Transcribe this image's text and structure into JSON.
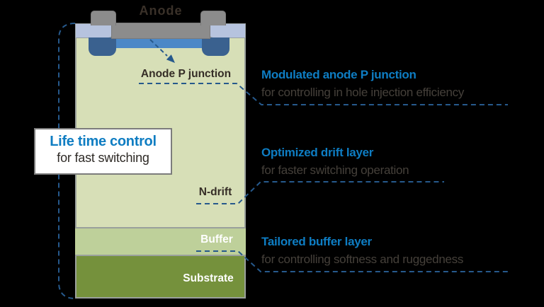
{
  "device": {
    "anode_label": "Anode",
    "anode_p_junction_label": "Anode P junction",
    "n_drift_label": "N-drift",
    "buffer_label": "Buffer",
    "substrate_label": "Substrate"
  },
  "lifetime_box": {
    "title": "Life time control",
    "subtitle": "for fast switching"
  },
  "annotations": [
    {
      "title": "Modulated anode P junction",
      "subtitle": "for controlling in hole injection efficiency"
    },
    {
      "title": "Optimized drift layer",
      "subtitle": "for faster switching operation"
    },
    {
      "title": "Tailored buffer layer",
      "subtitle": "for controlling softness and ruggedness"
    }
  ],
  "palette": {
    "background": "#000000",
    "die_body_green": "#d7dfb7",
    "buffer_green": "#bed09a",
    "substrate_olive": "#75913c",
    "top_oxide_lavender": "#b6c3de",
    "p_junction_blue": "#4c88c7",
    "p_well_navy": "#3a618f",
    "anode_metal_gray": "#8c8c8c",
    "die_border_gray": "#9aa09c",
    "heading_blue": "#0e7dc3",
    "subtitle_gray": "#45403a",
    "connector_navy": "#26598c",
    "dark_label": "#352d26",
    "white_label": "#ffffff"
  }
}
